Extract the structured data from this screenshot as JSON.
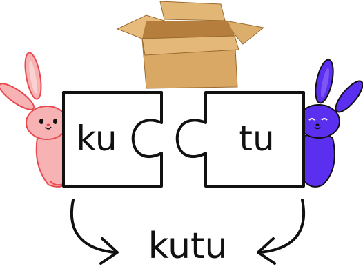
{
  "syllables": {
    "left": "ku",
    "right": "tu"
  },
  "word": "kutu",
  "icons": {
    "box": "cardboard-box-icon",
    "left_character": "pink-bunny-icon",
    "right_character": "purple-bunny-icon",
    "left_arrow": "curved-arrow-down-right-icon",
    "right_arrow": "curved-arrow-down-left-icon"
  },
  "colors": {
    "pink_bunny": "#f7b3b3",
    "pink_bunny_dark": "#e8494f",
    "purple_bunny": "#5b2ff0",
    "box": "#d9a864",
    "box_dark": "#b98443",
    "outline": "#111111"
  }
}
